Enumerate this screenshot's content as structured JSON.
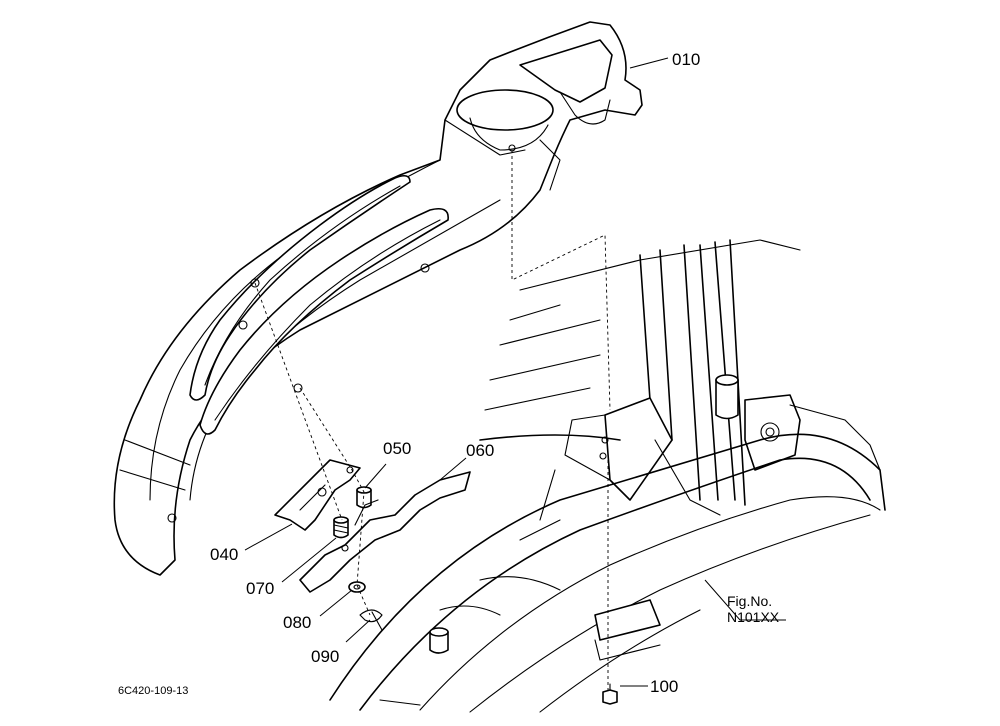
{
  "callouts": {
    "p010": "010",
    "p040": "040",
    "p050": "050",
    "p060": "060",
    "p070": "070",
    "p080": "080",
    "p090": "090",
    "p100": "100"
  },
  "figure_ref": {
    "line1": "Fig.No.",
    "line2": "N101XX"
  },
  "drawing_code": "6C420-109-13"
}
